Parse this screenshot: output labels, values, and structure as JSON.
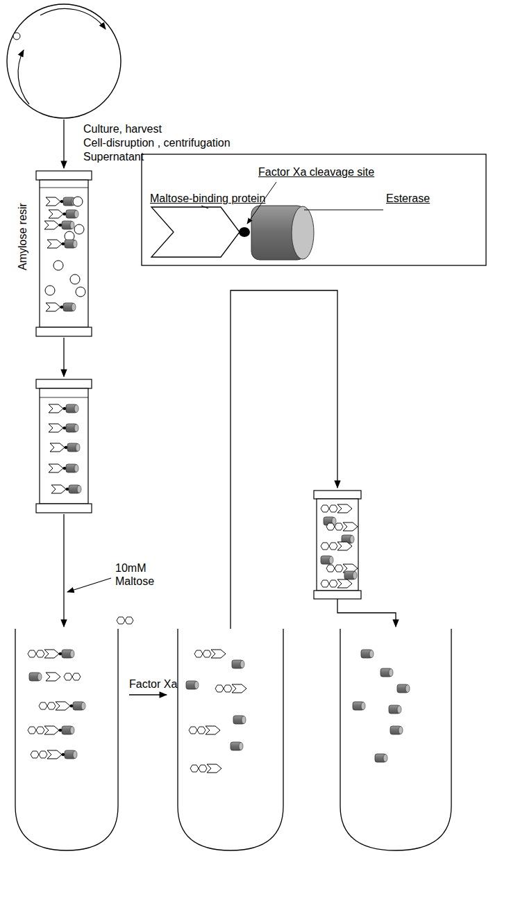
{
  "diagram": {
    "labels": [
      "Culture, harvest",
      "Cell-disruption , centrifugation",
      "Supernatant",
      "Amylose resir",
      "Factor Xa cleavage site",
      "Maltose-binding protein",
      "Esterase",
      "10mM Maltose",
      "Factor Xa"
    ]
  }
}
